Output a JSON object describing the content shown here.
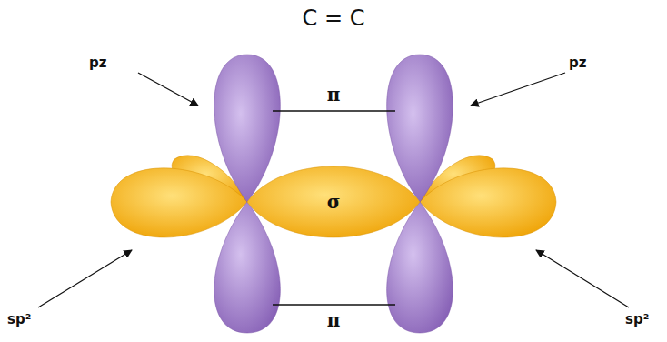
{
  "diagram": {
    "title": "C = C",
    "nodes": [
      {
        "text": [
          "σ"
        ]
      }
    ],
    "labels": [
      "pz",
      "pz",
      "π",
      "π",
      "sp²",
      "sp²"
    ]
  }
}
